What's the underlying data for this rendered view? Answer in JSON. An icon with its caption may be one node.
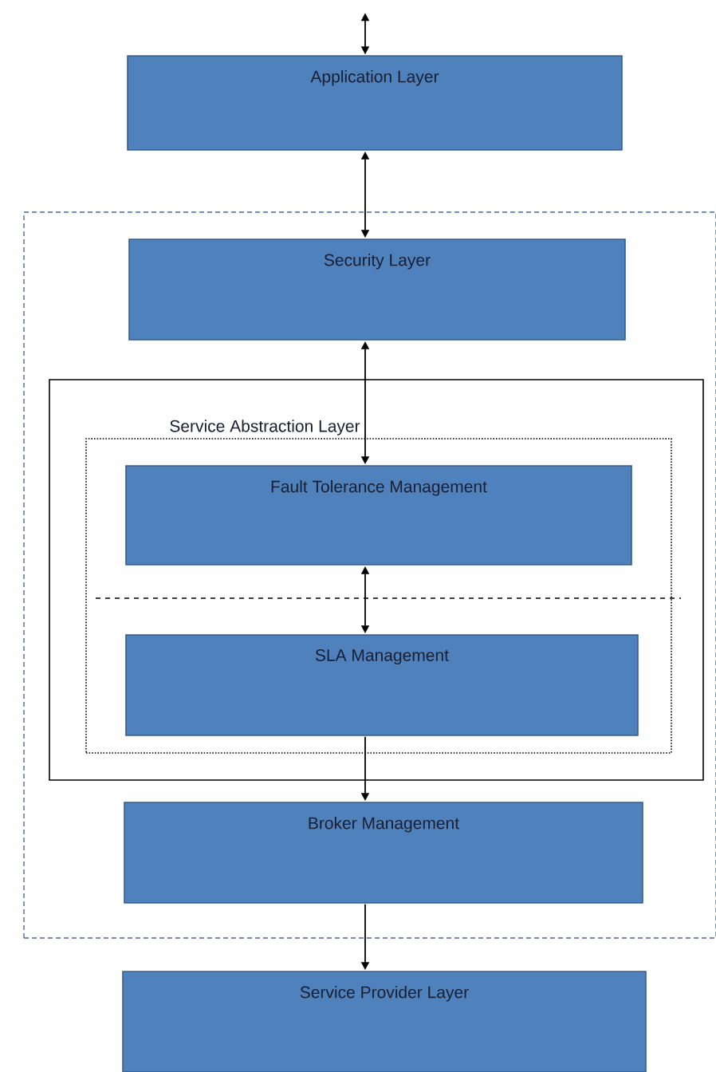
{
  "diagram": {
    "nodes": [
      {
        "text": [
          "Application Layer"
        ]
      },
      {
        "text": [],
        "shape": "box"
      },
      {
        "text": [
          "Security Layer"
        ],
        "in": 1
      },
      {
        "text": [
          "Service Abstraction Layer"
        ],
        "in": 1
      },
      {
        "text": [],
        "shape": "box",
        "in": 3
      },
      {
        "text": [
          "Fault Tolerance Management"
        ],
        "in": 4
      },
      {
        "text": [
          "SLA Management"
        ],
        "in": 4
      },
      {
        "text": [
          "Broker Management"
        ],
        "in": 1
      },
      {
        "text": [
          "Service Provider Layer"
        ]
      }
    ],
    "edges": [
      {
        "from": null,
        "to": 0,
        "arrow": "both"
      },
      {
        "from": 0,
        "to": 2,
        "arrow": "both"
      },
      {
        "from": 2,
        "to": 5,
        "arrow": "both"
      },
      {
        "from": 5,
        "to": 6,
        "arrow": "both"
      },
      {
        "from": 6,
        "to": 7,
        "arrow": "to"
      },
      {
        "from": 7,
        "to": 8,
        "arrow": "to"
      }
    ]
  }
}
